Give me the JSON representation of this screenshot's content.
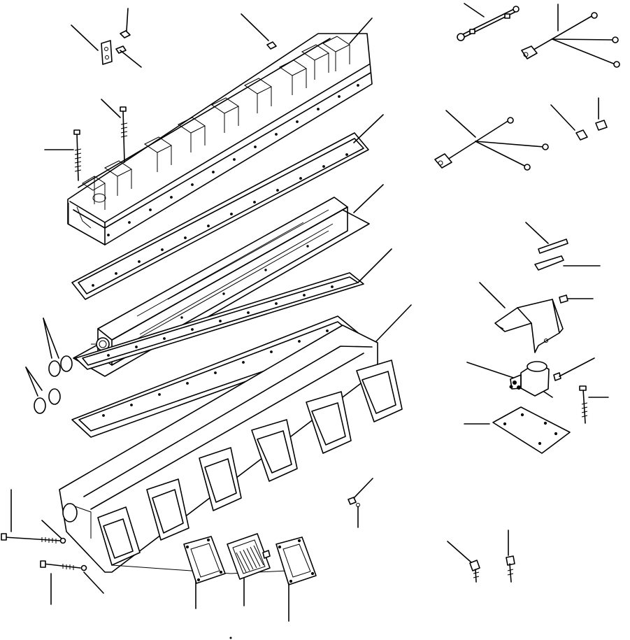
{
  "diagram": {
    "type": "exploded-parts-view",
    "line_color": "#000000",
    "background": "#ffffff",
    "parts": [
      {
        "name": "rocker-cover",
        "icon": "valve-cover"
      },
      {
        "name": "top-gasket",
        "icon": "gasket"
      },
      {
        "name": "aftercooler-core",
        "icon": "heat-exchanger"
      },
      {
        "name": "middle-gasket",
        "icon": "gasket"
      },
      {
        "name": "lower-gasket",
        "icon": "gasket"
      },
      {
        "name": "intake-manifold",
        "icon": "manifold"
      },
      {
        "name": "inlet-port-gaskets",
        "icon": "gasket"
      },
      {
        "name": "grid-heater",
        "icon": "heater"
      },
      {
        "name": "wire-harnesses",
        "icon": "cable"
      },
      {
        "name": "bracket",
        "icon": "bracket"
      },
      {
        "name": "relay",
        "icon": "relay"
      },
      {
        "name": "mounting-plate",
        "icon": "plate"
      },
      {
        "name": "bolts",
        "icon": "bolt"
      },
      {
        "name": "o-rings",
        "icon": "o-ring"
      }
    ]
  }
}
